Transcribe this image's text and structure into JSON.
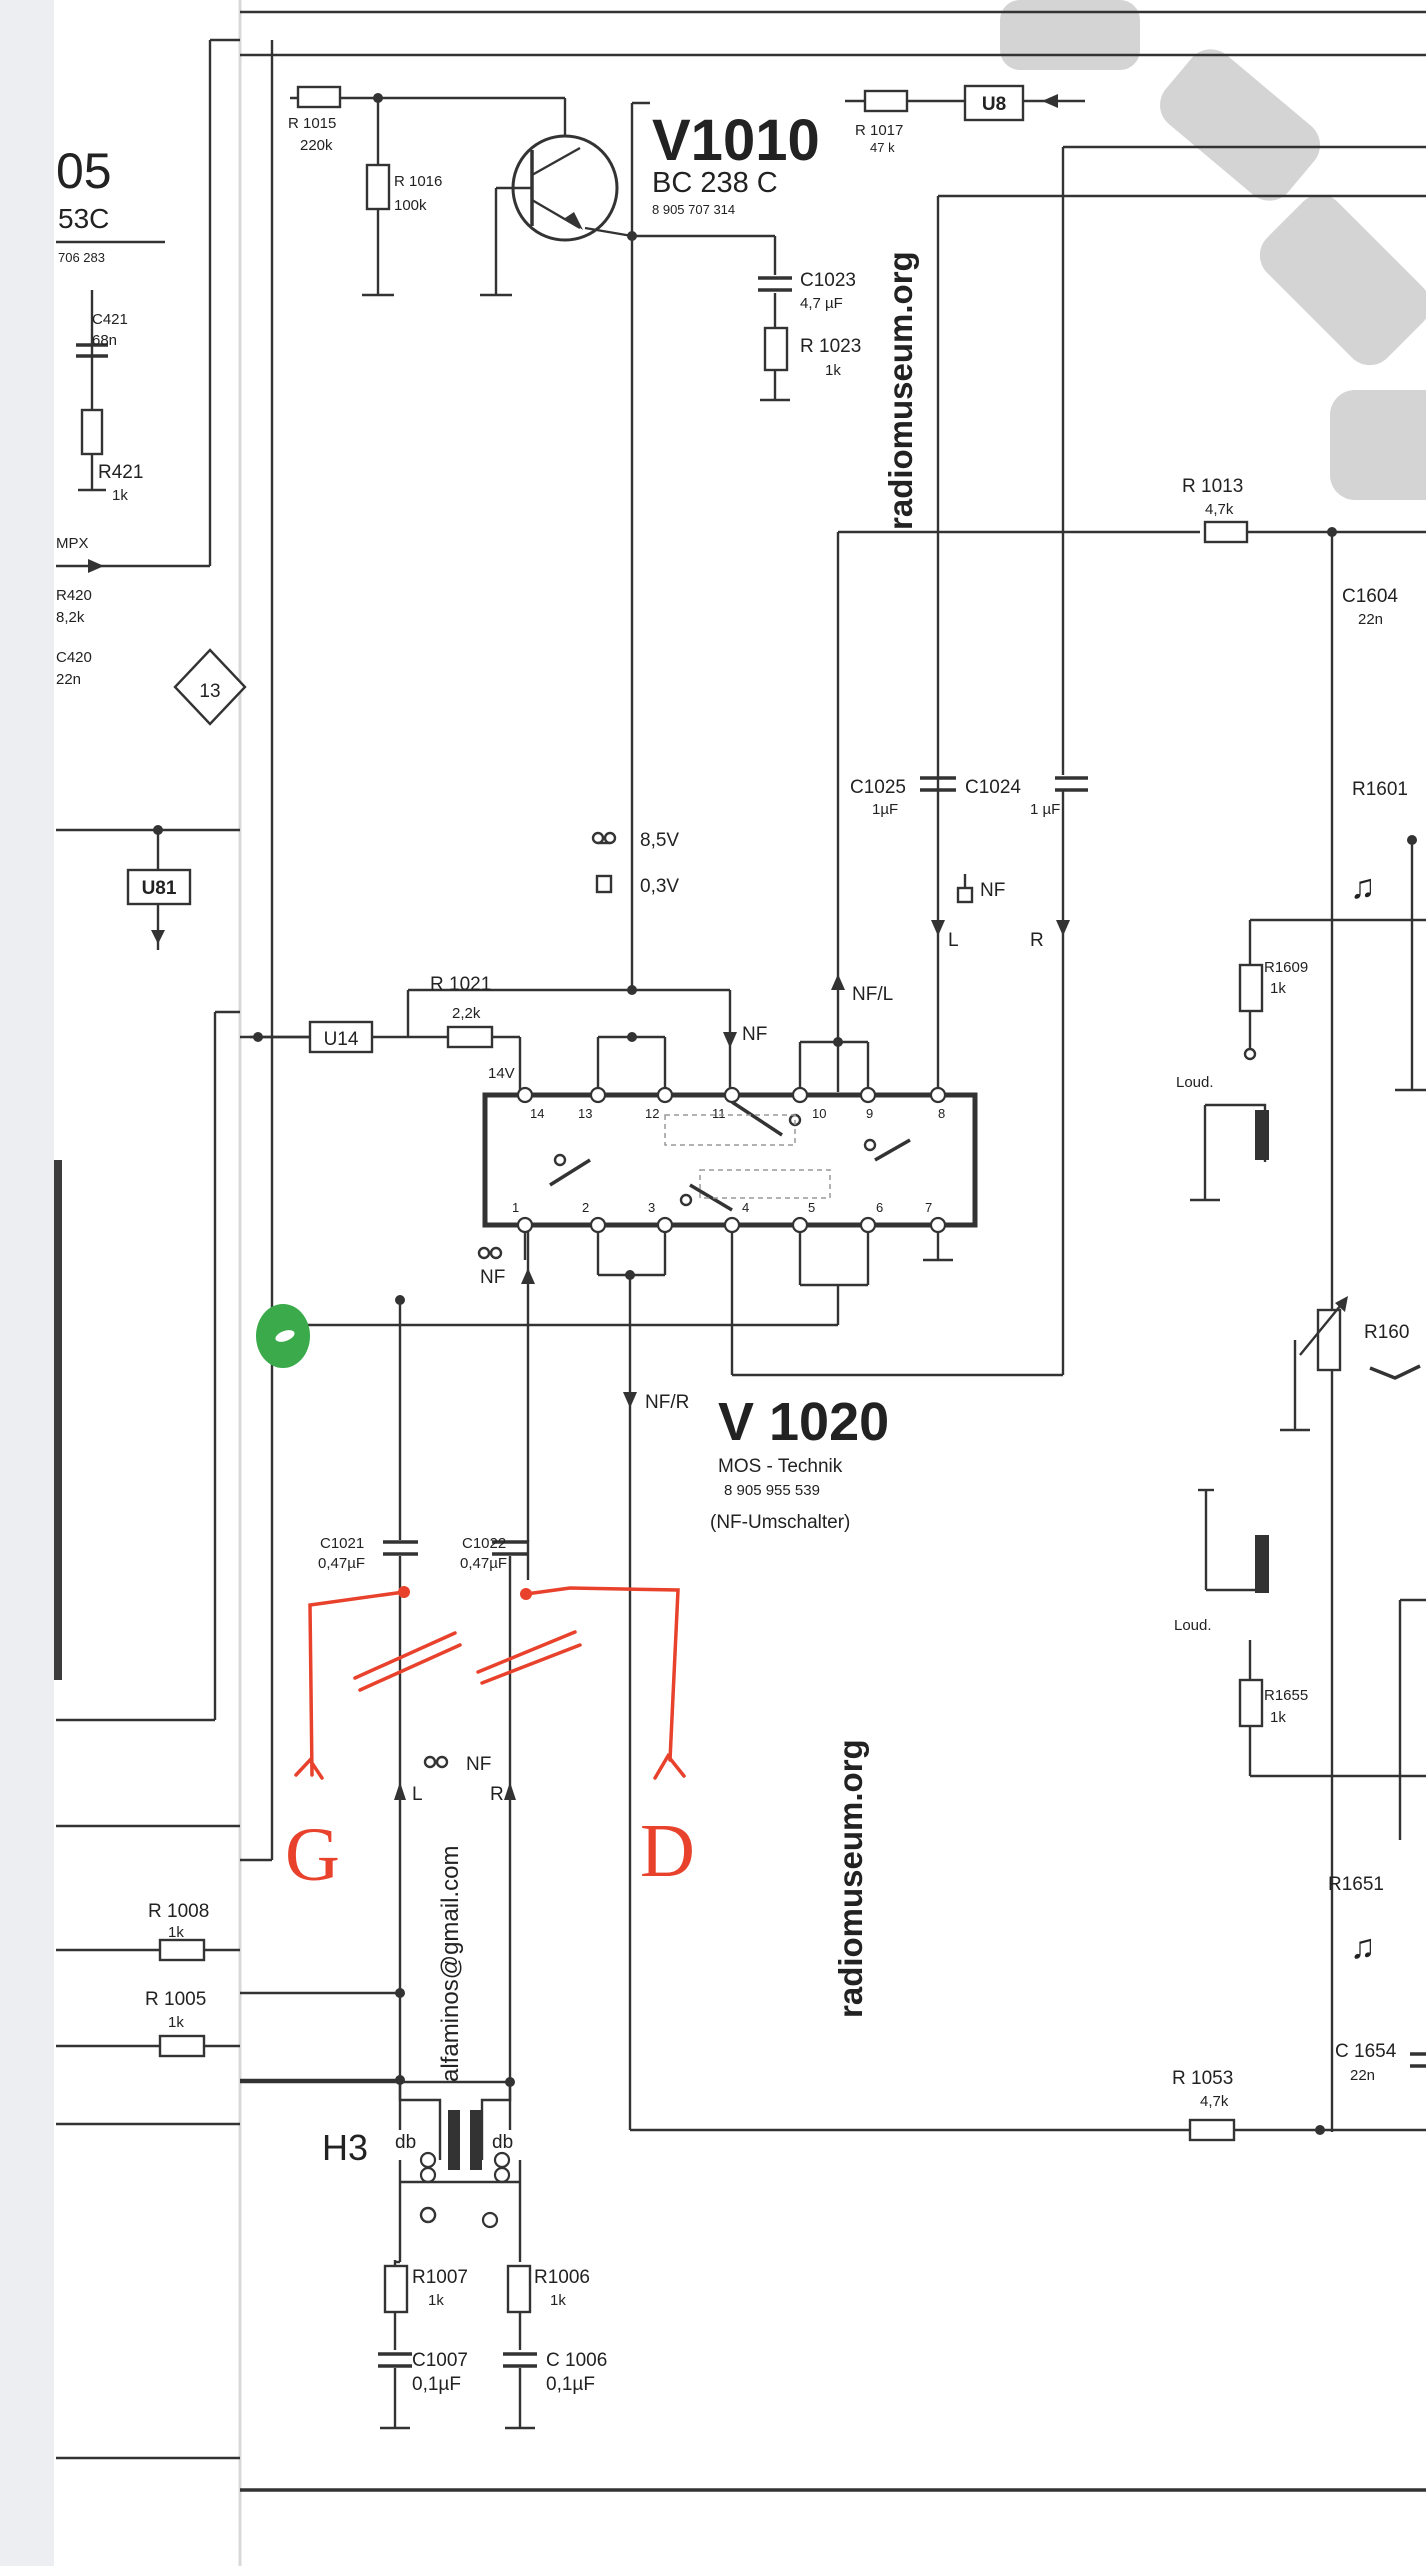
{
  "left_partial": {
    "ref_digits": "05",
    "ref_sub": "53C",
    "ref_code": "706 283",
    "c421": "C421",
    "c421_val": "68n",
    "r421": "R421",
    "r421_val": "1k",
    "mpx": "MPX",
    "r420": "R420",
    "r420_val": "8,2k",
    "c420": "C420",
    "c420_val": "22n",
    "marker13": "13",
    "u81": "U81"
  },
  "transistor": {
    "name": "V1010",
    "type": "BC 238 C",
    "code": "8 905 707 314",
    "r1015": "R 1015",
    "r1015_val": "220k",
    "r1016": "R 1016",
    "r1016_val": "100k",
    "r1017": "R 1017",
    "r1017_val": "47 k",
    "u8": "U8",
    "c1023": "C1023",
    "c1023_val": "4,7 µF",
    "r1023": "R 1023",
    "r1023_val": "1k"
  },
  "switch_ic": {
    "name": "V 1020",
    "line1": "MOS - Technik",
    "line2": "8 905 955 539",
    "line3": "(NF-Umschalter)",
    "r1021": "R 1021",
    "r1021_val": "2,2k",
    "u14": "U14",
    "pins_top": [
      "14",
      "13",
      "12",
      "11",
      "10",
      "9",
      "8"
    ],
    "pins_bottom": [
      "1",
      "2",
      "3",
      "4",
      "5",
      "6",
      "7"
    ],
    "v14": "14V",
    "tape_nf": "NF",
    "nf_l": "NF/L",
    "nf_r": "NF/R",
    "volt_85": "8,5V",
    "volt_03": "0,3V",
    "tuner_nf": "NF",
    "l": "L",
    "r": "R",
    "tape_nf_bottom": "NF"
  },
  "couplers": {
    "c1025": "C1025",
    "c1025_val": "1µF",
    "c1024": "C1024",
    "c1024_val": "1 µF",
    "c1021": "C1021",
    "c1021_val": "0,47µF",
    "c1022": "C1022",
    "c1022_val": "0,47µF"
  },
  "right_side": {
    "r1013": "R 1013",
    "r1013_val": "4,7k",
    "c1604": "C1604",
    "c1604_val": "22n",
    "r1601": "R1601",
    "r1609": "R1609",
    "r1609_val": "1k",
    "loud_top": "Loud.",
    "r160x": "R160",
    "loud_bottom": "Loud.",
    "r1655": "R1655",
    "r1655_val": "1k",
    "r1651": "R1651",
    "c1654": "C 1654",
    "c1654_val": "22n",
    "r1053": "R 1053",
    "r1053_val": "4,7k"
  },
  "bottom_section": {
    "tape_nf": "NF",
    "l": "L",
    "r": "R",
    "r1008": "R 1008",
    "r1008_val": "1k",
    "r1005": "R 1005",
    "r1005_val": "1k",
    "h3": "H3",
    "db_left": "db",
    "db_right": "db",
    "r1007": "R1007",
    "r1007_val": "1k",
    "r1006": "R1006",
    "r1006_val": "1k",
    "c1007": "C1007",
    "c1007_val": "0,1µF",
    "c1006": "C 1006",
    "c1006_val": "0,1µF"
  },
  "watermarks": {
    "top": "radiomuseum.org",
    "middle": "radiomuseum.org",
    "email": "alfaminos@gmail.com"
  },
  "annotations": {
    "left_letter": "G",
    "right_letter": "D",
    "marker_color": "#3aaa4a",
    "pen_color": "#e8412c"
  }
}
